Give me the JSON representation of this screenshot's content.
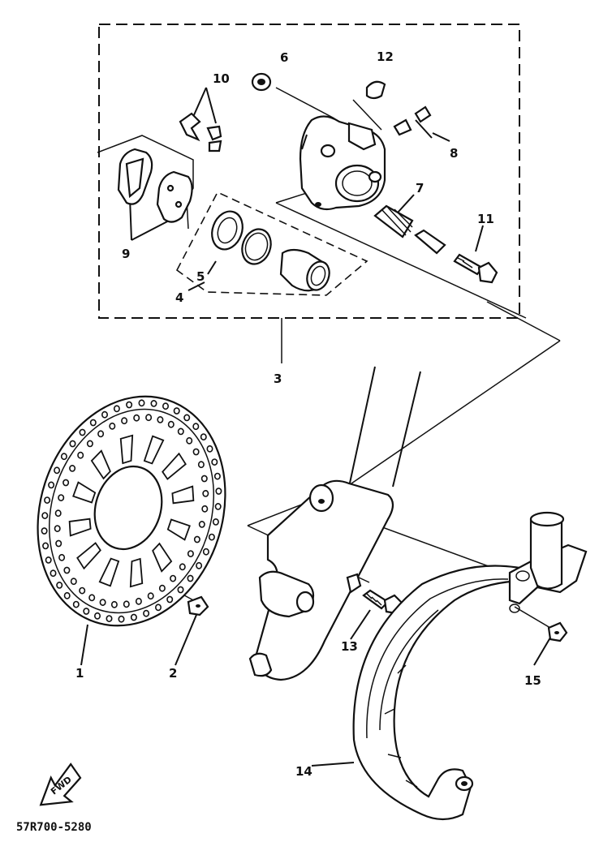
{
  "diagram": {
    "callouts": [
      {
        "id": "c1",
        "text": "1"
      },
      {
        "id": "c2",
        "text": "2"
      },
      {
        "id": "c3",
        "text": "3"
      },
      {
        "id": "c4",
        "text": "4"
      },
      {
        "id": "c5",
        "text": "5"
      },
      {
        "id": "c6",
        "text": "6"
      },
      {
        "id": "c7",
        "text": "7"
      },
      {
        "id": "c8",
        "text": "8"
      },
      {
        "id": "c9",
        "text": "9"
      },
      {
        "id": "c10",
        "text": "10"
      },
      {
        "id": "c11",
        "text": "11"
      },
      {
        "id": "c12",
        "text": "12"
      },
      {
        "id": "c13",
        "text": "13"
      },
      {
        "id": "c14",
        "text": "14"
      },
      {
        "id": "c15",
        "text": "15"
      }
    ],
    "fwd_label": "FWD",
    "drawing_code": "57R700-5280"
  }
}
